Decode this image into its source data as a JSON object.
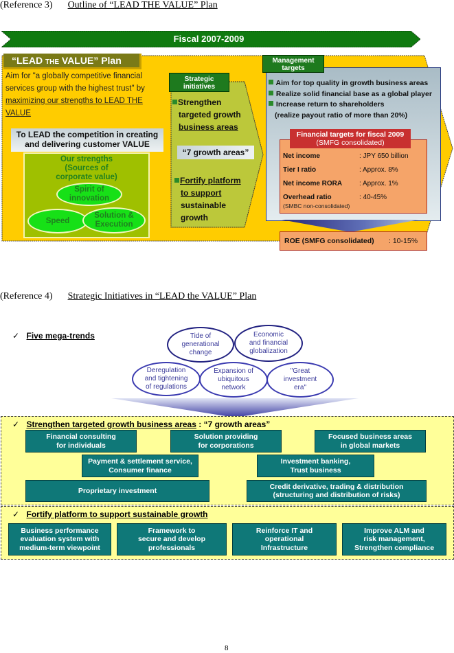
{
  "ref3": {
    "label": "(Reference 3)",
    "title": "Outline of “LEAD THE VALUE” Plan",
    "fiscal_banner": "Fiscal 2007-2009",
    "plan_header": {
      "part1": "“LEAD ",
      "part2": "THE",
      "part3": " VALUE” Plan"
    },
    "plan_text": {
      "line1": "Aim for \"a globally competitive financial services group with the highest trust\" by ",
      "underlined": "maximizing our strengths to LEAD THE VALUE"
    },
    "lead_box": {
      "line1": "To LEAD the competition in creating",
      "line2": "and delivering customer VALUE"
    },
    "strengths": {
      "title_lines": [
        "Our strengths",
        "(Sources of",
        "corporate value)"
      ],
      "items": [
        {
          "line1": "Spirit of",
          "line2": "innovation"
        },
        {
          "line1": "Speed",
          "line2": ""
        },
        {
          "line1": "Solution &",
          "line2": "Execution"
        }
      ]
    },
    "strategic": {
      "header_lines": [
        "Strategic",
        "initiatives"
      ],
      "item1": {
        "line1": "Strengthen",
        "line2": "targeted growth",
        "line3": "business areas"
      },
      "growth_tag": "“7 growth areas”",
      "item2": {
        "line1": "Fortify platform",
        "line2": "to support",
        "line3": "sustainable",
        "line4": "growth"
      }
    },
    "management": {
      "header_lines": [
        "Management",
        "targets"
      ],
      "items": [
        "Aim for top quality in growth business areas",
        "Realize solid financial base as a global player",
        "Increase return to shareholders"
      ],
      "note": "(realize payout ratio of more than 20%)",
      "financial": {
        "header": "Financial targets for fiscal 2009",
        "subheader": "(SMFG consolidated)",
        "rows": [
          {
            "key": "Net income",
            "value": ":  JPY 650 billion"
          },
          {
            "key": "Tier I  ratio",
            "value": ":  Approx. 8%"
          },
          {
            "key": "Net income RORA",
            "value": ":  Approx. 1%"
          },
          {
            "key": "Overhead ratio",
            "value": ":  40-45%"
          }
        ],
        "note": "(SMBC non-consolidated)"
      },
      "roe": {
        "key": "ROE (SMFG consolidated)",
        "value": ": 10-15%"
      }
    }
  },
  "ref4": {
    "label": "(Reference 4)",
    "title": "Strategic Initiatives in “LEAD the VALUE” Plan",
    "check": "✓",
    "mega_title": "Five mega-trends",
    "mega_trends": [
      {
        "lines": [
          "Tide of",
          "generational",
          "change"
        ]
      },
      {
        "lines": [
          "Economic",
          "and financial",
          "globalization"
        ]
      },
      {
        "lines": [
          "Deregulation",
          "and tightening",
          "of regulations"
        ]
      },
      {
        "lines": [
          "Expansion of",
          "ubiquitous",
          "network"
        ]
      },
      {
        "lines": [
          "\"Great",
          "investment",
          "era\""
        ]
      }
    ],
    "growth_section": {
      "title": "Strengthen targeted growth business areas",
      "suffix": " :  “7 growth areas”",
      "areas": [
        {
          "lines": [
            "Financial consulting",
            "for individuals"
          ]
        },
        {
          "lines": [
            "Solution providing",
            "for corporations"
          ]
        },
        {
          "lines": [
            "Focused business areas",
            "in global markets"
          ]
        },
        {
          "lines": [
            "Payment & settlement service,",
            "Consumer finance"
          ]
        },
        {
          "lines": [
            "Investment banking,",
            "Trust business"
          ]
        },
        {
          "lines": [
            "Proprietary investment"
          ]
        },
        {
          "lines": [
            "Credit derivative, trading & distribution",
            "(structuring and distribution of risks)"
          ]
        }
      ]
    },
    "platform_section": {
      "title": "Fortify platform to support sustainable growth",
      "items": [
        {
          "lines": [
            "Business performance",
            "evaluation system with",
            "medium-term viewpoint"
          ]
        },
        {
          "lines": [
            "Framework to",
            "secure and develop",
            "professionals"
          ]
        },
        {
          "lines": [
            "Reinforce IT and",
            "operational",
            "Infrastructure"
          ]
        },
        {
          "lines": [
            "Improve ALM and",
            "risk management,",
            "Strengthen compliance"
          ]
        }
      ]
    }
  },
  "page_number": "8",
  "colors": {
    "banner_green": "#0f7a0f",
    "yellow": "#ffcc00",
    "teal": "#0f7878",
    "light_yellow": "#ffff99",
    "salmon": "#f5a469",
    "red_header": "#c83030"
  }
}
